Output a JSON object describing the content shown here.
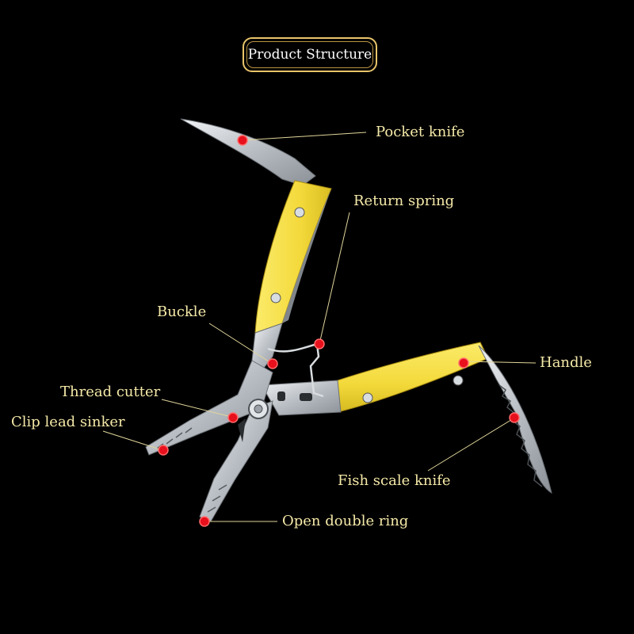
{
  "title": "Product Structure",
  "colors": {
    "background": "#000000",
    "label": "#f5e9a8",
    "leader": "#e0d59a",
    "dot": "#e8101c",
    "handle": "#f3dc3e",
    "steel": "#c9cdd2",
    "frame": "#e8c56a"
  },
  "labels": {
    "pocket_knife": "Pocket knife",
    "return_spring": "Return spring",
    "buckle": "Buckle",
    "handle": "Handle",
    "thread_cutter": "Thread cutter",
    "clip_lead_sinker": "Clip lead sinker",
    "fish_scale_knife": "Fish scale knife",
    "open_double_ring": "Open double ring"
  }
}
